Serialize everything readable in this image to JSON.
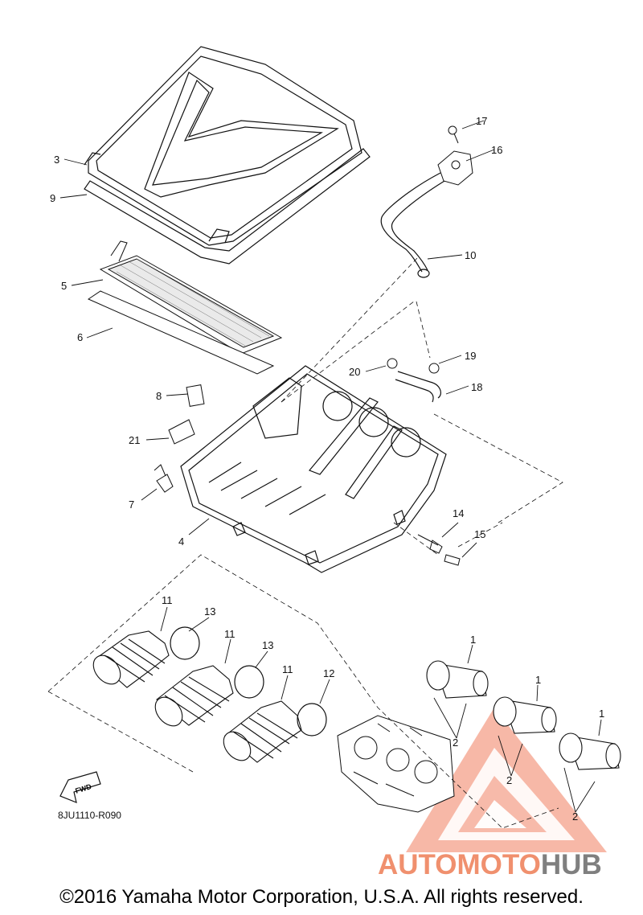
{
  "diagram": {
    "figure_code": "8JU1110-R090",
    "fwd_label": "FWD",
    "callouts": {
      "c1a": "1",
      "c1b": "1",
      "c1c": "1",
      "c2a": "2",
      "c2b": "2",
      "c2c": "2",
      "c3": "3",
      "c4": "4",
      "c5": "5",
      "c6": "6",
      "c7": "7",
      "c8": "8",
      "c9": "9",
      "c10": "10",
      "c11a": "11",
      "c11b": "11",
      "c11c": "11",
      "c12": "12",
      "c13a": "13",
      "c13b": "13",
      "c14": "14",
      "c15": "15",
      "c16": "16",
      "c17": "17",
      "c18": "18",
      "c19": "19",
      "c20": "20",
      "c21": "21"
    }
  },
  "watermark": {
    "part1": "AUTO",
    "part2": "MOTO",
    "part3": "HUB",
    "colors": {
      "primary": "#f08a6a",
      "secondary": "#7f7f7f"
    }
  },
  "footer": {
    "copyright": "©2016 Yamaha Motor Corporation, U.S.A. All rights reserved."
  }
}
